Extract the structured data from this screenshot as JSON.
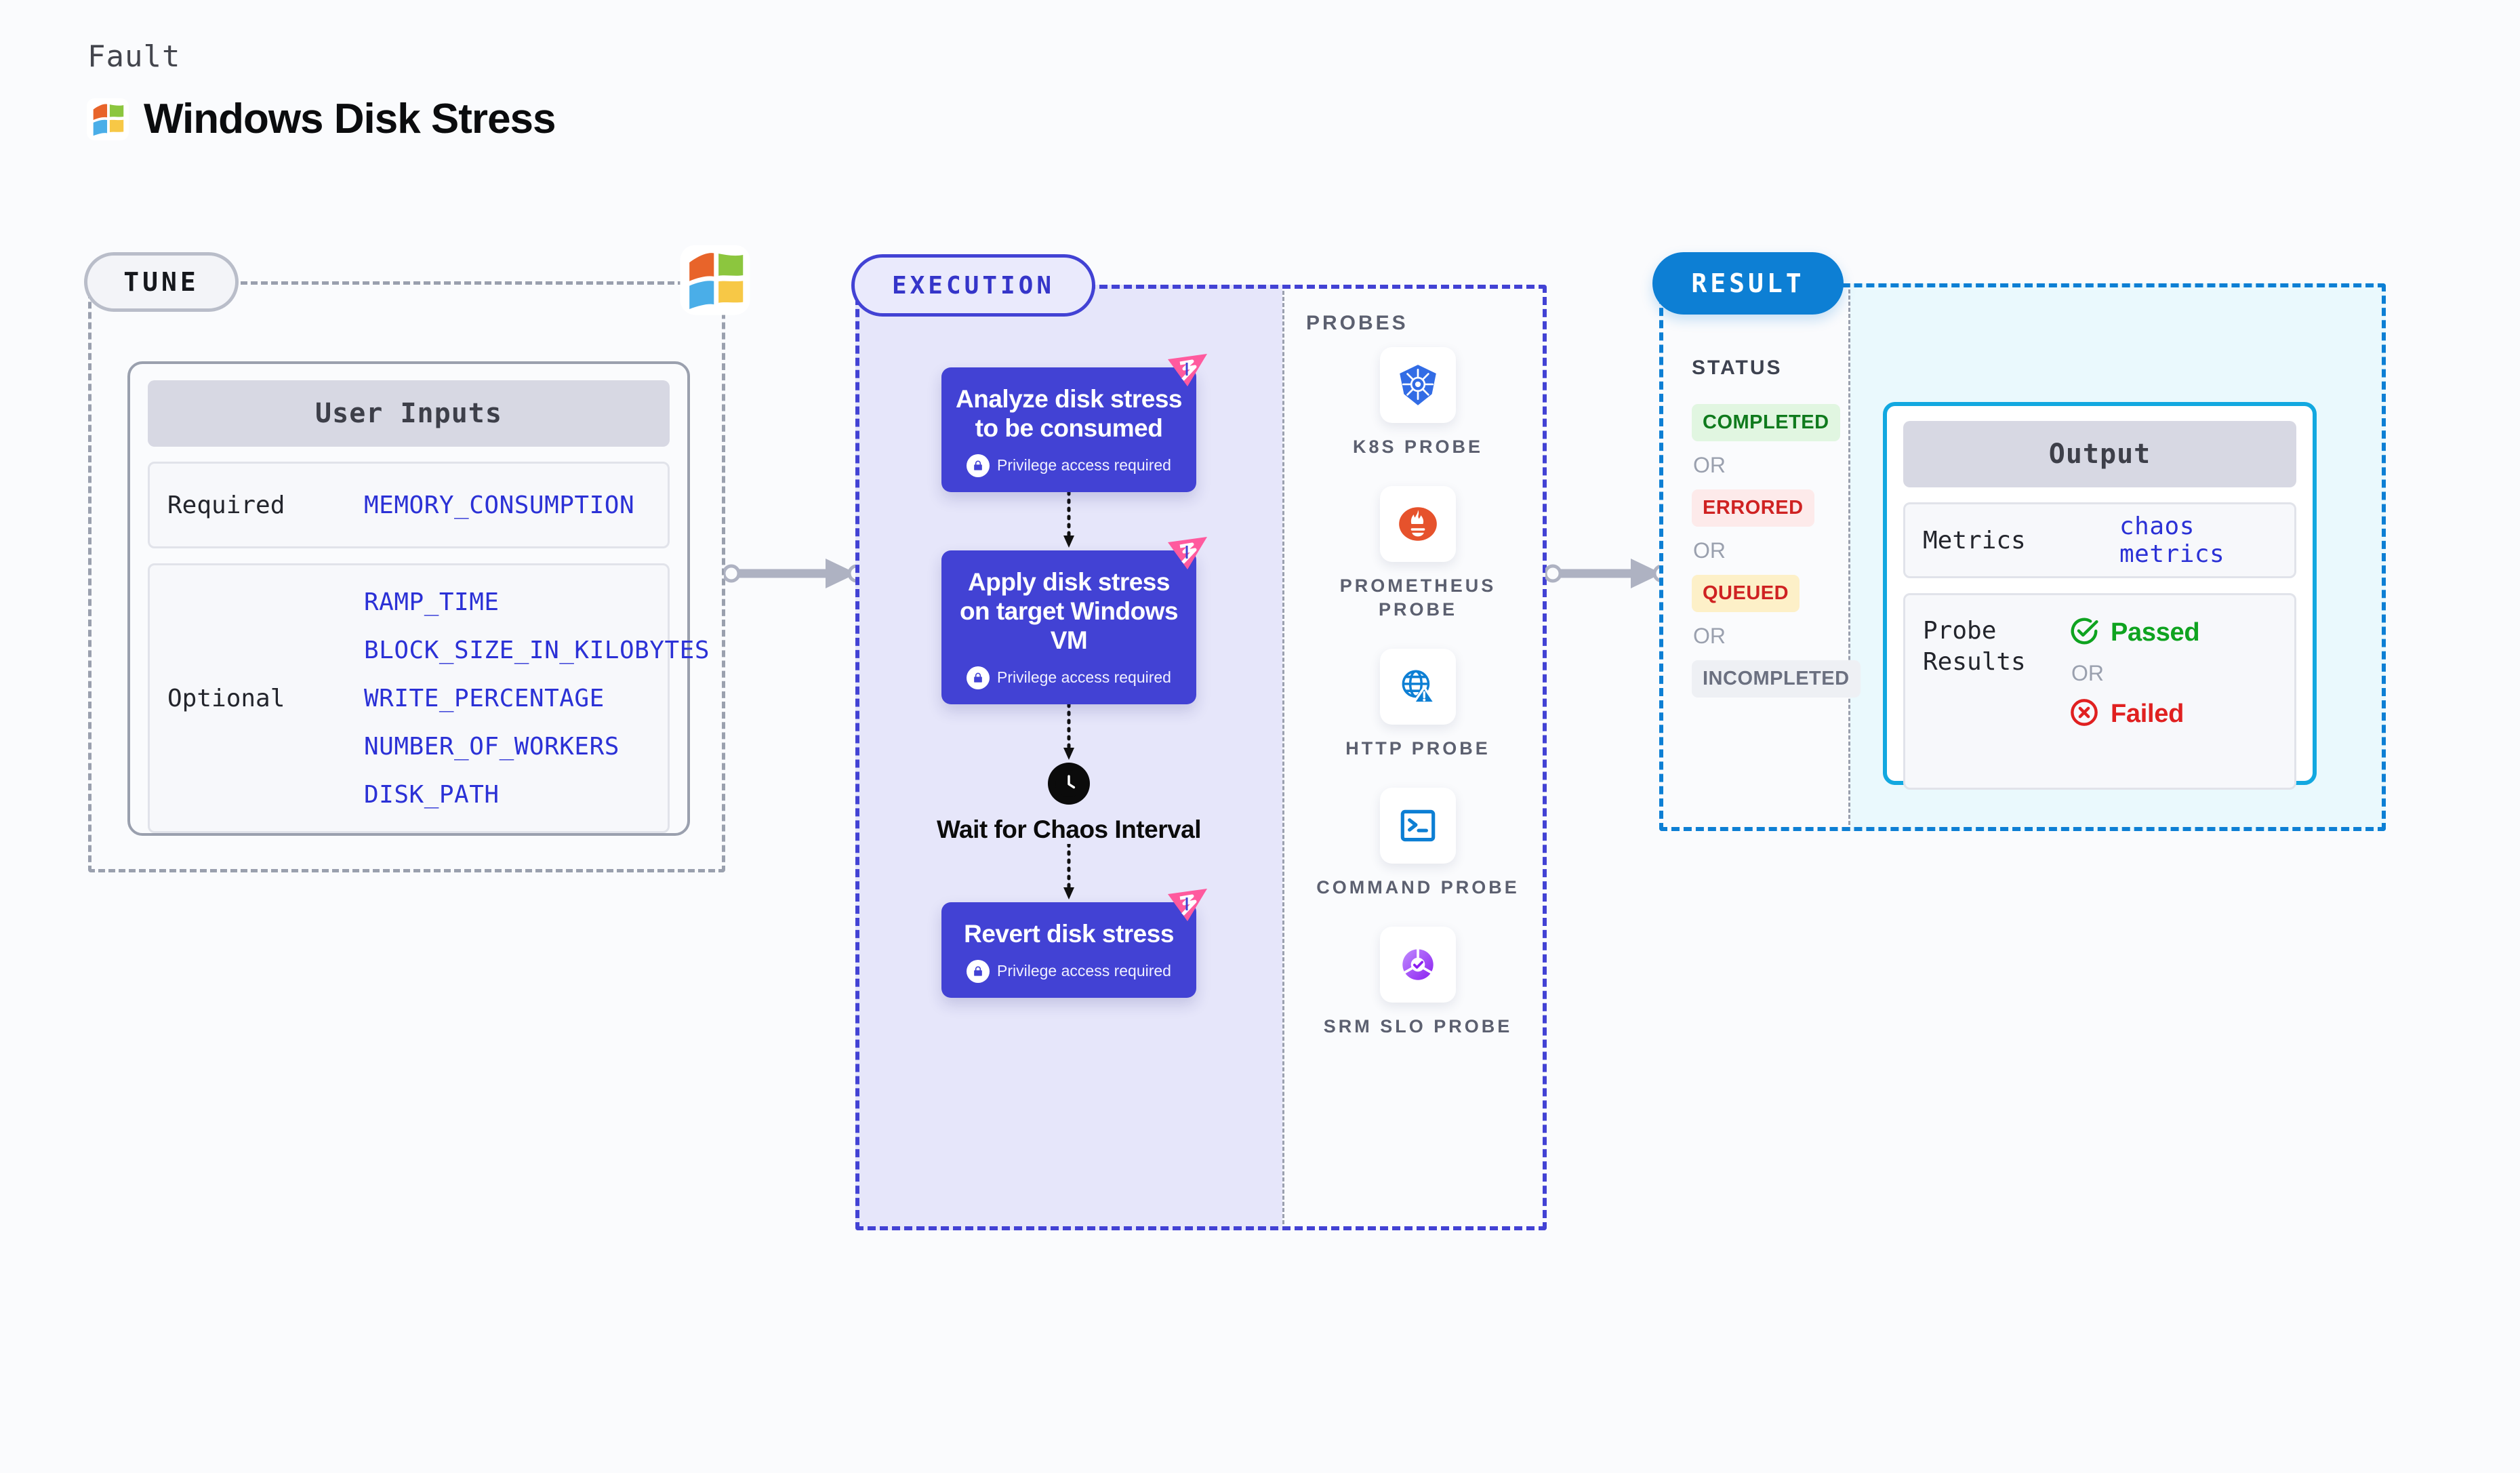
{
  "header": {
    "kicker": "Fault",
    "title": "Windows Disk Stress",
    "logo_icon": "windows-logo-icon"
  },
  "tune": {
    "pill_label": "TUNE",
    "badge_icon": "windows-logo-icon",
    "card_title": "User Inputs",
    "required": {
      "label": "Required",
      "values": [
        "MEMORY_CONSUMPTION"
      ]
    },
    "optional": {
      "label": "Optional",
      "values": [
        "RAMP_TIME",
        "BLOCK_SIZE_IN_KILOBYTES",
        "WRITE_PERCENTAGE",
        "NUMBER_OF_WORKERS",
        "DISK_PATH"
      ]
    }
  },
  "execution": {
    "pill_label": "EXECUTION",
    "probes_title": "PROBES",
    "privilege_text": "Privilege access required",
    "steps": [
      {
        "title": "Analyze disk stress to be consumed",
        "privilege": true,
        "badge_icon": "litmus-chaos-icon"
      },
      {
        "title": "Apply disk stress on target Windows VM",
        "privilege": true,
        "badge_icon": "litmus-chaos-icon"
      },
      {
        "title": "Revert disk stress",
        "privilege": true,
        "badge_icon": "litmus-chaos-icon"
      }
    ],
    "wait_node": {
      "label": "Wait for Chaos Interval",
      "icon": "clock-icon"
    },
    "probes": [
      {
        "name": "K8S PROBE",
        "icon": "kubernetes-icon"
      },
      {
        "name": "PROMETHEUS PROBE",
        "icon": "prometheus-icon"
      },
      {
        "name": "HTTP PROBE",
        "icon": "http-globe-warning-icon"
      },
      {
        "name": "COMMAND PROBE",
        "icon": "terminal-icon"
      },
      {
        "name": "SRM SLO PROBE",
        "icon": "srm-slo-icon"
      }
    ]
  },
  "result": {
    "pill_label": "RESULT",
    "status_heading": "STATUS",
    "or_label": "OR",
    "statuses": [
      {
        "label": "COMPLETED",
        "color": "#0f7a1d",
        "bg": "#e1f6e1"
      },
      {
        "label": "ERRORED",
        "color": "#cf2222",
        "bg": "#fdeaea"
      },
      {
        "label": "QUEUED",
        "color": "#cf2222",
        "bg": "#fdf0c8"
      },
      {
        "label": "INCOMPLETED",
        "color": "#6b7080",
        "bg": "#eef0f4"
      }
    ],
    "output": {
      "title": "Output",
      "metrics": {
        "label": "Metrics",
        "value": "chaos metrics"
      },
      "probe_results": {
        "label": "Probe Results",
        "or_label": "OR",
        "passed": {
          "label": "Passed",
          "color": "#0fa320",
          "icon": "check-circle-icon"
        },
        "failed": {
          "label": "Failed",
          "color": "#e02020",
          "icon": "x-circle-icon"
        }
      }
    }
  },
  "colors": {
    "accent_purple": "#4242d4",
    "accent_blue": "#0d7fd4",
    "accent_cyan": "#12a8e0",
    "litmus_pink": "#ff5a9e",
    "mono_blue": "#2b31d6",
    "panel_lavender": "#e6e6fa",
    "panel_cyan": "#eaf9fd",
    "background": "#fafbfd"
  }
}
